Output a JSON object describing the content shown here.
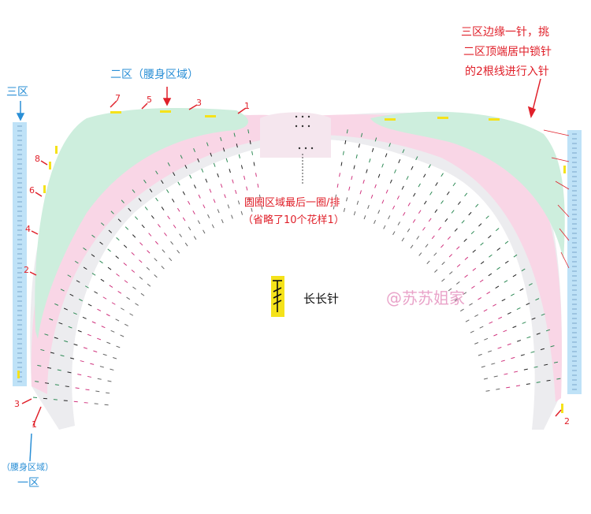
{
  "zones": {
    "zone3_left": "三区",
    "zone2_top": "二区（腰身区域）",
    "zone1_bottom_a": "（腰身区域）",
    "zone1_bottom_b": "一区"
  },
  "notes": {
    "top_right": [
      "三区边缘一针，挑",
      "二区顶端居中锁针",
      "的2根线进行入针"
    ],
    "center": [
      "圆圈区域最后一圈/排",
      "（省略了10个花样1）"
    ]
  },
  "legend": {
    "label": "长长针"
  },
  "watermark": "@苏苏姐家",
  "row_numbers": {
    "top": [
      "7",
      "5",
      "3",
      "1"
    ],
    "left": [
      "8",
      "6",
      "4",
      "2"
    ],
    "bottom_left": [
      "3",
      "1"
    ],
    "bottom_right": [
      "2"
    ]
  },
  "colors": {
    "zone_blue": "#2a8fd6",
    "annotation_red": "#e0202a",
    "green_band": "#cdeedd",
    "pink_band": "#f9d6e6",
    "grey_band": "#ececef",
    "ruler_blue": "#bfe2f7",
    "highlight_yellow": "#f5e21a"
  }
}
